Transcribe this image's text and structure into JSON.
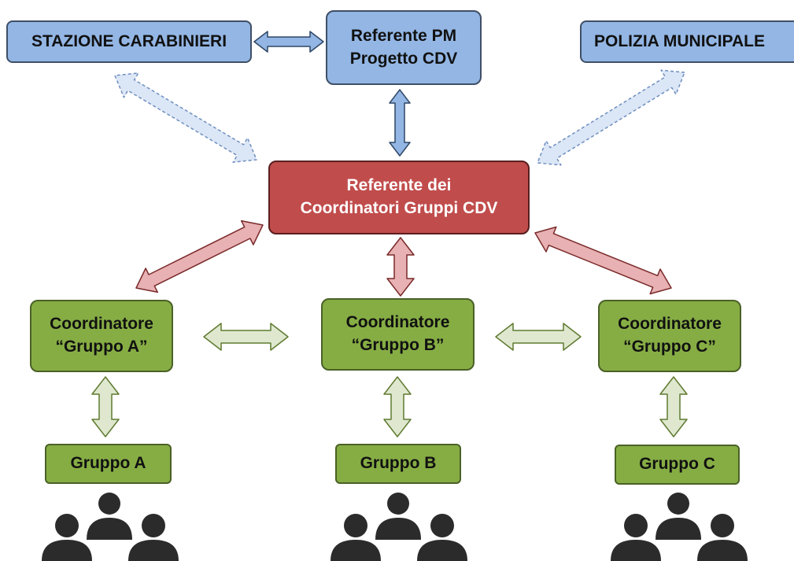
{
  "nodes": {
    "stazione_carabinieri": "STAZIONE CARABINIERI",
    "referente_pm": [
      "Referente PM",
      "Progetto CDV"
    ],
    "polizia_municipale": "POLIZIA MUNICIPALE",
    "referente_coordinatori": [
      "Referente dei",
      "Coordinatori Gruppi CDV"
    ],
    "coordinatore_a": [
      "Coordinatore",
      "“Gruppo A”"
    ],
    "coordinatore_b": [
      "Coordinatore",
      "“Gruppo B”"
    ],
    "coordinatore_c": [
      "Coordinatore",
      "“Gruppo C”"
    ],
    "gruppo_a": "Gruppo A",
    "gruppo_b": "Gruppo B",
    "gruppo_c": "Gruppo C"
  },
  "colors": {
    "blue_box": "#93b6e4",
    "red_box": "#c14c4c",
    "green_box": "#86ad44",
    "dashed_arrow": "#dbe6f6",
    "red_arrow": "#e8b1b3",
    "green_arrow": "#dfe8cf"
  },
  "icons": [
    "user-group-icon",
    "user-group-icon",
    "user-group-icon"
  ]
}
